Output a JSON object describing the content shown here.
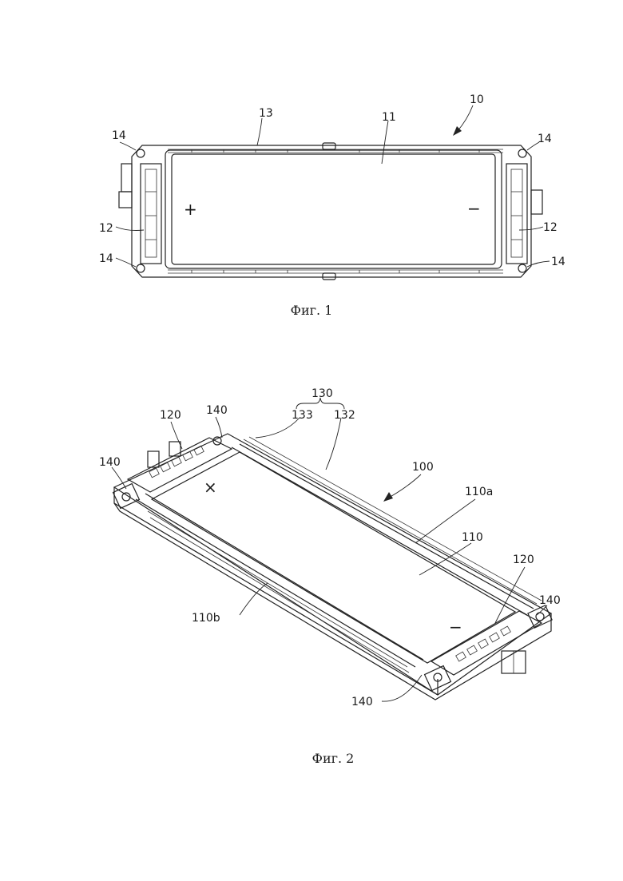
{
  "figure1": {
    "caption": "Фиг. 1",
    "labels": {
      "l10": "10",
      "l11": "11",
      "l12_left": "12",
      "l12_right": "12",
      "l13": "13",
      "l14_tl": "14",
      "l14_tr": "14",
      "l14_bl": "14",
      "l14_br": "14"
    },
    "plus": "+",
    "minus": "−"
  },
  "figure2": {
    "caption": "Фиг. 2",
    "labels": {
      "l100": "100",
      "l110": "110",
      "l110a": "110a",
      "l110b": "110b",
      "l120_left": "120",
      "l120_right": "120",
      "l130": "130",
      "l132": "132",
      "l133": "133",
      "l140_left": "140",
      "l140_topleft": "140",
      "l140_right": "140",
      "l140_bottom": "140"
    },
    "plus": "×",
    "minus": "−"
  }
}
